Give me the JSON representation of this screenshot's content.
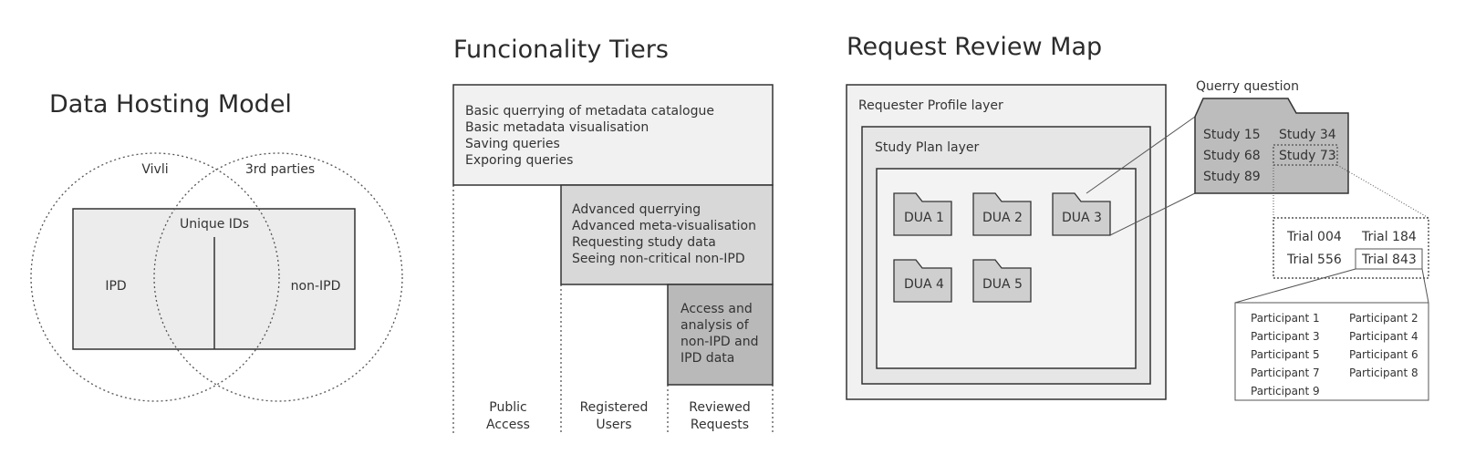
{
  "hosting": {
    "title": "Data Hosting Model",
    "circle_left": "Vivli",
    "circle_right": "3rd parties",
    "center": "Unique IDs",
    "left": "IPD",
    "right": "non-IPD"
  },
  "tiers": {
    "title": "Funcionality Tiers",
    "tier1": [
      "Basic querrying of metadata catalogue",
      "Basic metadata visualisation",
      "Saving queries",
      "Exporing queries"
    ],
    "tier2": [
      "Advanced querrying",
      "Advanced meta-visualisation",
      "Requesting study data",
      "Seeing non-critical non-IPD"
    ],
    "tier3": [
      "Access and",
      "analysis of",
      "non-IPD and",
      "IPD data"
    ],
    "col1": [
      "Public",
      "Access"
    ],
    "col2": [
      "Registered",
      "Users"
    ],
    "col3": [
      "Reviewed",
      "Requests"
    ]
  },
  "review": {
    "title": "Request Review Map",
    "outer_layer": "Requester Profile layer",
    "inner_layer": "Study Plan layer",
    "duas": [
      "DUA 1",
      "DUA 2",
      "DUA 3",
      "DUA 4",
      "DUA 5"
    ],
    "query_label": "Querry question",
    "studies": [
      "Study 15",
      "Study 34",
      "Study 68",
      "Study 73",
      "Study 89"
    ],
    "trials": [
      "Trial 004",
      "Trial 184",
      "Trial 556",
      "Trial 843"
    ],
    "participants": [
      "Participant 1",
      "Participant 2",
      "Participant 3",
      "Participant 4",
      "Participant 5",
      "Participant 6",
      "Participant 7",
      "Participant 8",
      "Participant 9"
    ]
  }
}
